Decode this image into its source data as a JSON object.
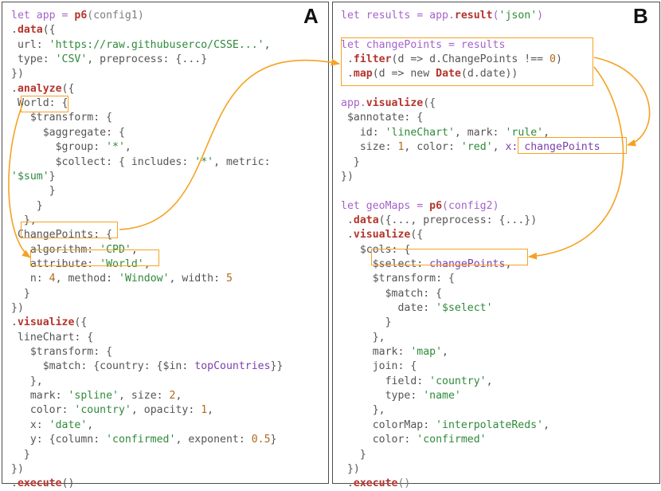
{
  "colors": {
    "keyword": "#a463c9",
    "function": "#b3352d",
    "string": "#2f8a3a",
    "number": "#b26a1c",
    "reference": "#7d3fad",
    "plain": "#555555",
    "highlight": "#f5a223"
  },
  "panels": [
    {
      "letter": "A",
      "lines": [
        [
          [
            "let app = ",
            "kw"
          ],
          [
            "p6",
            "fn"
          ],
          [
            "(config1)",
            "cm"
          ]
        ],
        [
          [
            ".",
            "p"
          ],
          [
            "data",
            "fn"
          ],
          [
            "({",
            "p"
          ]
        ],
        [
          [
            " url: ",
            "p"
          ],
          [
            "'https://raw.githubuserco/CSSE...'",
            "str"
          ],
          [
            ",",
            "p"
          ]
        ],
        [
          [
            " type: ",
            "p"
          ],
          [
            "'CSV'",
            "str"
          ],
          [
            ", preprocess: {...}",
            "p"
          ]
        ],
        [
          [
            "})",
            "p"
          ]
        ],
        [
          [
            ".",
            "p"
          ],
          [
            "analyze",
            "fn"
          ],
          [
            "({",
            "p"
          ]
        ],
        [
          [
            " World: {",
            "p"
          ]
        ],
        [
          [
            "   $transform: {",
            "p"
          ]
        ],
        [
          [
            "     $aggregate: {",
            "p"
          ]
        ],
        [
          [
            "       $group: ",
            "p"
          ],
          [
            "'*'",
            "str"
          ],
          [
            ",",
            "p"
          ]
        ],
        [
          [
            "       $collect: { includes: ",
            "p"
          ],
          [
            "'*'",
            "str"
          ],
          [
            ", metric:",
            "p"
          ]
        ],
        [
          [
            "'$sum'",
            "str"
          ],
          [
            "}",
            "p"
          ]
        ],
        [
          [
            "      }",
            "p"
          ]
        ],
        [
          [
            "    }",
            "p"
          ]
        ],
        [
          [
            "  },",
            "p"
          ]
        ],
        [
          [
            " ChangePoints: {",
            "p"
          ]
        ],
        [
          [
            "   algorithm: ",
            "p"
          ],
          [
            "'CPD'",
            "str"
          ],
          [
            ",",
            "p"
          ]
        ],
        [
          [
            "   attribute: ",
            "p"
          ],
          [
            "'World'",
            "str"
          ],
          [
            ",",
            "p"
          ]
        ],
        [
          [
            "   n: ",
            "p"
          ],
          [
            "4",
            "num"
          ],
          [
            ", method: ",
            "p"
          ],
          [
            "'Window'",
            "str"
          ],
          [
            ", width: ",
            "p"
          ],
          [
            "5",
            "num"
          ]
        ],
        [
          [
            "  }",
            "p"
          ]
        ],
        [
          [
            "})",
            "p"
          ]
        ],
        [
          [
            ".",
            "p"
          ],
          [
            "visualize",
            "fn"
          ],
          [
            "({",
            "p"
          ]
        ],
        [
          [
            " lineChart: {",
            "p"
          ]
        ],
        [
          [
            "   $transform: {",
            "p"
          ]
        ],
        [
          [
            "     $match: {country: {$in: ",
            "p"
          ],
          [
            "topCountries",
            "ref"
          ],
          [
            "}}",
            "p"
          ]
        ],
        [
          [
            "   },",
            "p"
          ]
        ],
        [
          [
            "   mark: ",
            "p"
          ],
          [
            "'spline'",
            "str"
          ],
          [
            ", size: ",
            "p"
          ],
          [
            "2",
            "num"
          ],
          [
            ",",
            "p"
          ]
        ],
        [
          [
            "   color: ",
            "p"
          ],
          [
            "'country'",
            "str"
          ],
          [
            ", opacity: ",
            "p"
          ],
          [
            "1",
            "num"
          ],
          [
            ",",
            "p"
          ]
        ],
        [
          [
            "   x: ",
            "p"
          ],
          [
            "'date'",
            "str"
          ],
          [
            ",",
            "p"
          ]
        ],
        [
          [
            "   y: {column: ",
            "p"
          ],
          [
            "'confirmed'",
            "str"
          ],
          [
            ", exponent: ",
            "p"
          ],
          [
            "0.5",
            "num"
          ],
          [
            "}",
            "p"
          ]
        ],
        [
          [
            "  }",
            "p"
          ]
        ],
        [
          [
            "})",
            "p"
          ]
        ],
        [
          [
            ".",
            "p"
          ],
          [
            "execute",
            "fn"
          ],
          [
            "()",
            "p"
          ]
        ]
      ]
    },
    {
      "letter": "B",
      "lines": [
        [
          [
            "let results = app.",
            "kw"
          ],
          [
            "result",
            "fn"
          ],
          [
            "(",
            "kw"
          ],
          [
            "'json'",
            "str"
          ],
          [
            ")",
            "kw"
          ]
        ],
        [
          [
            "",
            "p"
          ]
        ],
        [
          [
            "let changePoints = results",
            "kw"
          ]
        ],
        [
          [
            " .",
            "p"
          ],
          [
            "filter",
            "fn"
          ],
          [
            "(d => d.ChangePoints !== ",
            "p"
          ],
          [
            "0",
            "num"
          ],
          [
            ")",
            "p"
          ]
        ],
        [
          [
            " .",
            "p"
          ],
          [
            "map",
            "fn"
          ],
          [
            "(d => new ",
            "p"
          ],
          [
            "Date",
            "fn"
          ],
          [
            "(d.date))",
            "p"
          ]
        ],
        [
          [
            "",
            "p"
          ]
        ],
        [
          [
            "app.",
            "kw"
          ],
          [
            "visualize",
            "fn"
          ],
          [
            "({",
            "p"
          ]
        ],
        [
          [
            " $annotate: {",
            "p"
          ]
        ],
        [
          [
            "   id: ",
            "p"
          ],
          [
            "'lineChart'",
            "str"
          ],
          [
            ", mark: ",
            "p"
          ],
          [
            "'rule'",
            "str"
          ],
          [
            ",",
            "p"
          ]
        ],
        [
          [
            "   size: ",
            "p"
          ],
          [
            "1",
            "num"
          ],
          [
            ", color: ",
            "p"
          ],
          [
            "'red'",
            "str"
          ],
          [
            ", ",
            "p"
          ],
          [
            "x: changePoints",
            "ref"
          ]
        ],
        [
          [
            "  }",
            "p"
          ]
        ],
        [
          [
            "})",
            "p"
          ]
        ],
        [
          [
            "",
            "p"
          ]
        ],
        [
          [
            "let geoMaps = ",
            "kw"
          ],
          [
            "p6",
            "fn"
          ],
          [
            "(config2)",
            "kw"
          ]
        ],
        [
          [
            " .",
            "p"
          ],
          [
            "data",
            "fn"
          ],
          [
            "({..., preprocess: {...})",
            "p"
          ]
        ],
        [
          [
            " .",
            "p"
          ],
          [
            "visualize",
            "fn"
          ],
          [
            "({",
            "p"
          ]
        ],
        [
          [
            "   $cols: {",
            "p"
          ]
        ],
        [
          [
            "     $select: ",
            "p"
          ],
          [
            "changePoints",
            "ref"
          ],
          [
            ",",
            "p"
          ]
        ],
        [
          [
            "     $transform: {",
            "p"
          ]
        ],
        [
          [
            "       $match: {",
            "p"
          ]
        ],
        [
          [
            "         date: ",
            "p"
          ],
          [
            "'$select'",
            "str"
          ]
        ],
        [
          [
            "       }",
            "p"
          ]
        ],
        [
          [
            "     },",
            "p"
          ]
        ],
        [
          [
            "     mark: ",
            "p"
          ],
          [
            "'map'",
            "str"
          ],
          [
            ",",
            "p"
          ]
        ],
        [
          [
            "     join: {",
            "p"
          ]
        ],
        [
          [
            "       field: ",
            "p"
          ],
          [
            "'country'",
            "str"
          ],
          [
            ",",
            "p"
          ]
        ],
        [
          [
            "       type: ",
            "p"
          ],
          [
            "'name'",
            "str"
          ]
        ],
        [
          [
            "     },",
            "p"
          ]
        ],
        [
          [
            "     colorMap: ",
            "p"
          ],
          [
            "'interpolateReds'",
            "str"
          ],
          [
            ",",
            "p"
          ]
        ],
        [
          [
            "     color: ",
            "p"
          ],
          [
            "'confirmed'",
            "str"
          ]
        ],
        [
          [
            "   }",
            "p"
          ]
        ],
        [
          [
            " })",
            "p"
          ]
        ],
        [
          [
            " .",
            "p"
          ],
          [
            "execute",
            "fn"
          ],
          [
            "()",
            "cm"
          ]
        ]
      ]
    }
  ]
}
